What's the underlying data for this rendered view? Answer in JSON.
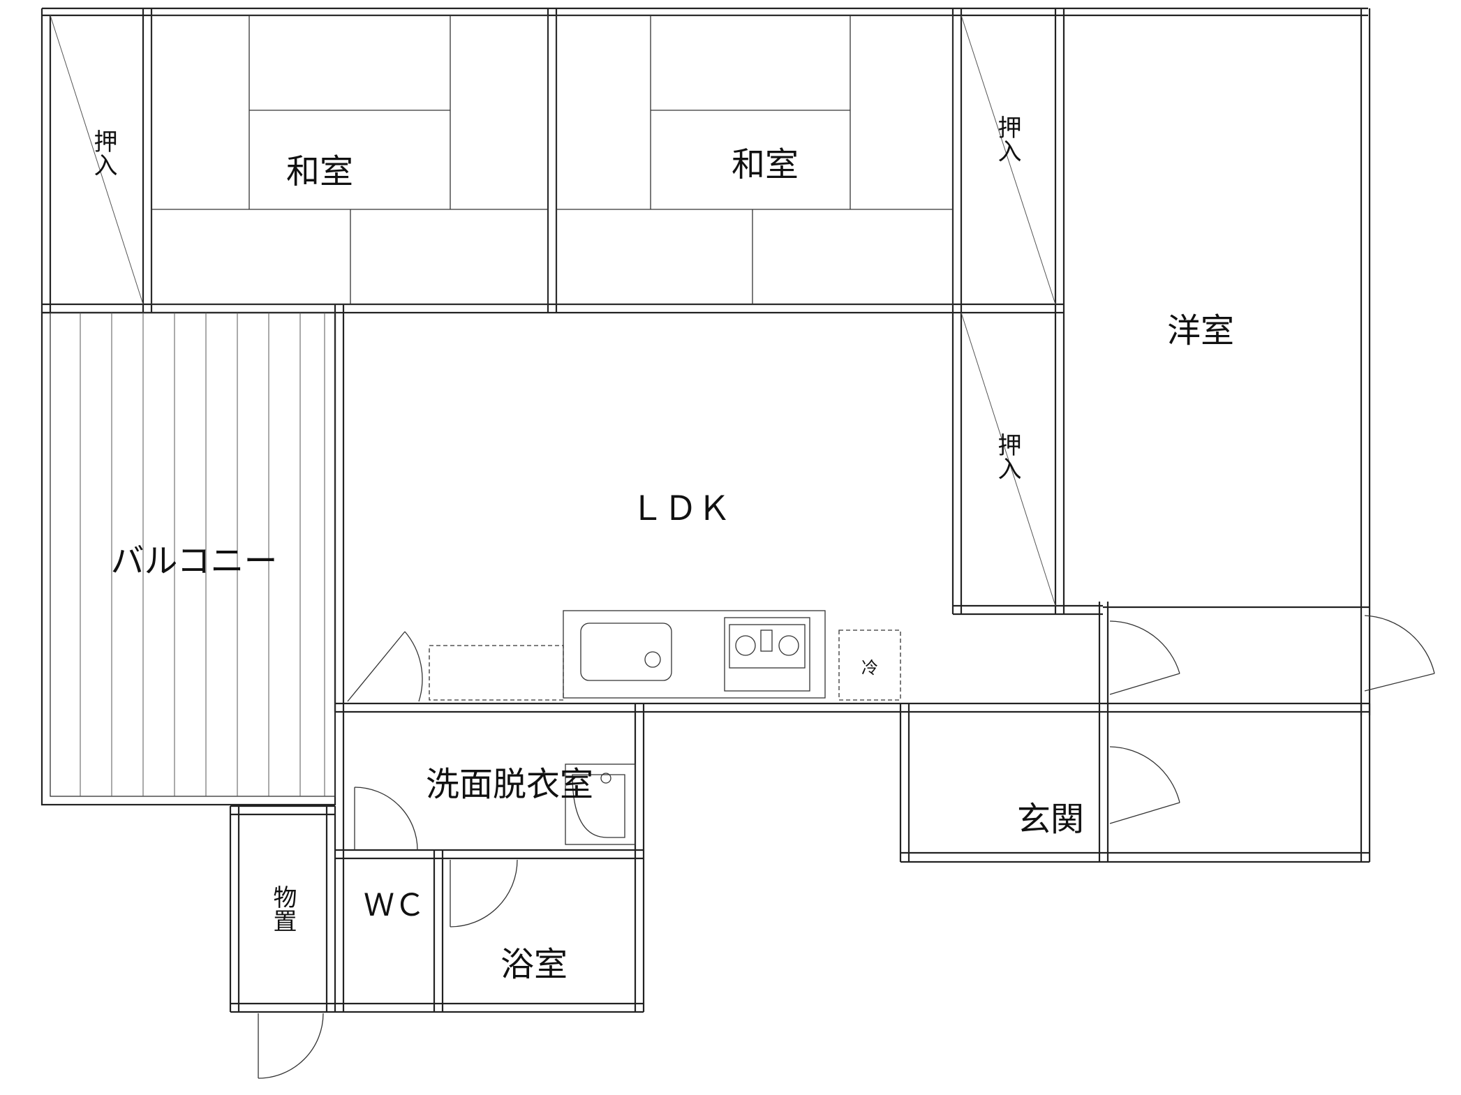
{
  "rooms": {
    "washitsu_left": "和室",
    "washitsu_right": "和室",
    "youshitsu": "洋室",
    "ldk": "ＬＤＫ",
    "balcony": "バルコニー",
    "senmen": "洗面脱衣室",
    "wc": "ＷＣ",
    "yokushitsu": "浴室",
    "genkan": "玄関",
    "monooki": "物置",
    "oshiire_1": "押入",
    "oshiire_2": "押入",
    "oshiire_3": "押入",
    "fridge": "冷"
  }
}
